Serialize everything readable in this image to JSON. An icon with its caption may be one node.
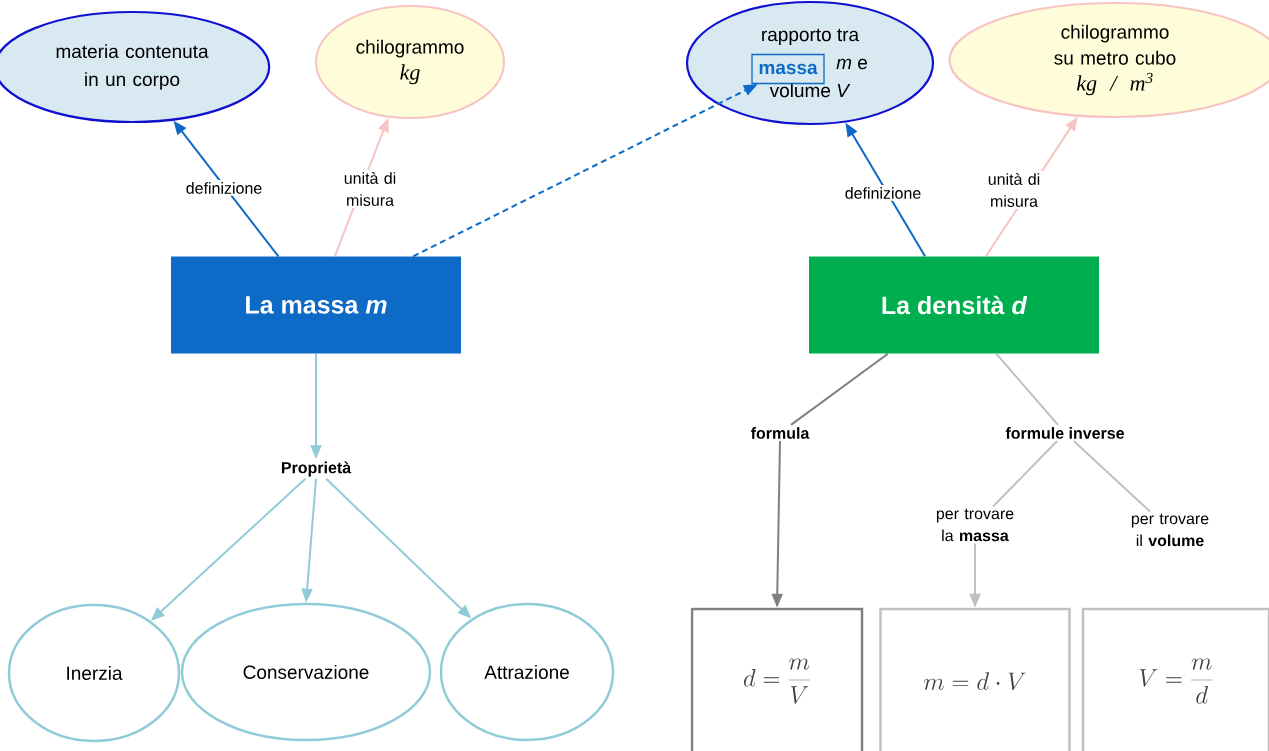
{
  "diagram": {
    "nodes": [
      {
        "text": [
          "materia contenuta in un corpo"
        ]
      },
      {
        "text": [
          "chilogrammo",
          "kg"
        ]
      },
      {
        "text": [
          "rapporto tra",
          "*m* e",
          "volume *V*"
        ]
      },
      {
        "text": [
          "massa"
        ],
        "in": 2
      },
      {
        "text": [
          "chilogrammo su metro cubo",
          "kg / m$^{3}$"
        ]
      },
      {
        "text": [
          "La massa *m*"
        ]
      },
      {
        "text": [
          "La densità *d*"
        ]
      },
      {
        "text": [
          "Proprietà"
        ]
      },
      {
        "text": [
          "formula"
        ]
      },
      {
        "text": [
          "formule  inverse"
        ]
      },
      {
        "text": [
          "per trovare la **massa**"
        ]
      },
      {
        "text": [
          "per trovare il **volume**"
        ]
      },
      {
        "text": [
          "Inerzia"
        ]
      },
      {
        "text": [
          "Conservazione"
        ]
      },
      {
        "text": [
          "Attrazione"
        ]
      },
      {
        "text": [
          "d = \\frac{m}{V}"
        ]
      },
      {
        "text": [
          "m = d \\cdot V"
        ]
      },
      {
        "text": [
          "V = \\frac{m}{d}"
        ]
      }
    ],
    "edges": [
      {
        "from": 5,
        "to": 0,
        "arrow": "to",
        "label": "definizione",
        "color": "#0d6ac6"
      },
      {
        "from": 5,
        "to": 1,
        "arrow": "to",
        "label": "unità di misura",
        "color": "#f7c3c3"
      },
      {
        "from": 5,
        "to": 3,
        "arrow": "to",
        "style": "dashed",
        "color": "#0d6ac6"
      },
      {
        "from": 6,
        "to": 2,
        "arrow": "to",
        "label": "definizione",
        "color": "#0d6ac6"
      },
      {
        "from": 6,
        "to": 4,
        "arrow": "to",
        "label": "unità di misura",
        "color": "#f7c3c3"
      },
      {
        "from": 5,
        "to": 7,
        "arrow": "to",
        "color": "#92cbd8"
      },
      {
        "from": 7,
        "to": 12,
        "arrow": "to",
        "color": "#92cbd8"
      },
      {
        "from": 7,
        "to": 13,
        "arrow": "to",
        "color": "#92cbd8"
      },
      {
        "from": 7,
        "to": 14,
        "arrow": "to",
        "color": "#92cbd8"
      },
      {
        "from": 6,
        "to": 8,
        "arrow": "none",
        "color": "#808080"
      },
      {
        "from": 8,
        "to": 15,
        "arrow": "to",
        "color": "#808080"
      },
      {
        "from": 6,
        "to": 9,
        "arrow": "none",
        "color": "#c0c0c0"
      },
      {
        "from": 9,
        "to": 10,
        "arrow": "none",
        "color": "#c0c0c0"
      },
      {
        "from": 9,
        "to": 11,
        "arrow": "none",
        "color": "#c0c0c0"
      },
      {
        "from": 10,
        "to": 16,
        "arrow": "to",
        "color": "#c0c0c0"
      }
    ]
  }
}
